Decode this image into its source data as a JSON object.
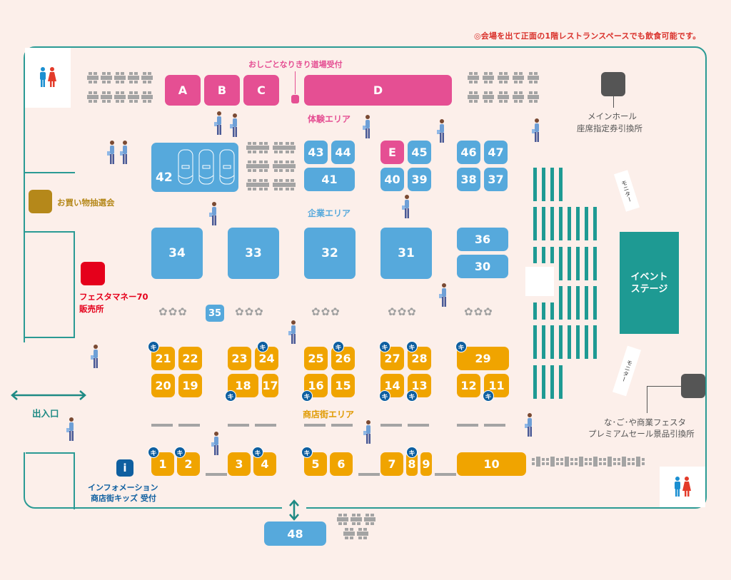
{
  "notice": "◎会場を出て正面の1階レストランスペースでも飲食可能です。",
  "colors": {
    "hall_border": "#2a9a94",
    "experience_pink": "#e54f93",
    "company_blue": "#56a9dc",
    "shop_orange": "#f0a400",
    "stage_teal": "#1e9a93",
    "kids_badge": "#0e5fa0",
    "lottery_gold": "#b5881a",
    "money_red": "#e5001b",
    "exchange_gray": "#555555"
  },
  "areas": {
    "oshigoto_reception": "おしごとなりきり道場受付",
    "experience_area": "体験エリア",
    "company_area": "企業エリア",
    "shopping_area": "商店街エリア"
  },
  "experience_booths": [
    "A",
    "B",
    "C",
    "D",
    "E"
  ],
  "company_booths": {
    "row1": [
      "42",
      "43",
      "44",
      "41",
      "45",
      "40",
      "39",
      "46",
      "47",
      "38",
      "37"
    ],
    "row2": [
      "34",
      "33",
      "32",
      "31",
      "36",
      "30"
    ],
    "small": "35",
    "outside": "48"
  },
  "shop_booths": {
    "row_top": [
      "21",
      "22",
      "23",
      "24",
      "25",
      "26",
      "27",
      "28",
      "29"
    ],
    "row_mid": [
      "20",
      "19",
      "18",
      "17",
      "16",
      "15",
      "14",
      "13",
      "12",
      "11"
    ],
    "row_bottom": [
      "1",
      "2",
      "3",
      "4",
      "5",
      "6",
      "7",
      "8",
      "9",
      "10"
    ],
    "kids_marker": "キ",
    "kids_booths": [
      "21",
      "24",
      "26",
      "27",
      "28",
      "29",
      "18",
      "16",
      "14",
      "13",
      "11",
      "1",
      "2",
      "4",
      "5",
      "8"
    ]
  },
  "facilities": {
    "main_hall": [
      "メインホール",
      "座席指定券引換所"
    ],
    "lottery": "お買い物抽選会",
    "festa_money": [
      "フェスタマネー70",
      "販売所"
    ],
    "stage": [
      "イベント",
      "ステージ"
    ],
    "monitor": "モニター",
    "premium_sale": [
      "な･ご･や商業フェスタ",
      "プレミアムセール景品引換所"
    ],
    "entrance": "出入口",
    "information": [
      "インフォメーション",
      "商店街キッズ 受付"
    ],
    "info_icon": "i"
  },
  "icons": {
    "restroom": "restroom-icon",
    "info": "info-icon",
    "entrance_arrow": "double-arrow-icon",
    "car": "car-icon",
    "flower": "flower-icon"
  }
}
